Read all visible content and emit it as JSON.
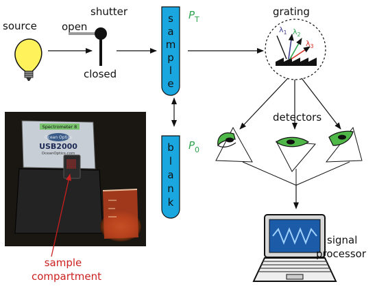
{
  "labels": {
    "source": "source",
    "shutter": "shutter",
    "open": "open",
    "closed": "closed",
    "grating": "grating",
    "detectors": "detectors",
    "signal": "signal",
    "processor": "processor",
    "sample_compartment_1": "sample",
    "sample_compartment_2": "compartment"
  },
  "sample_tube": {
    "letters": [
      "s",
      "a",
      "m",
      "p",
      "l",
      "e"
    ],
    "p_label": "P",
    "p_sub": "T"
  },
  "blank_tube": {
    "letters": [
      "b",
      "l",
      "a",
      "n",
      "k"
    ],
    "p_label": "P",
    "p_sub": "0"
  },
  "wavelengths": [
    {
      "sym": "λ",
      "sub": "1",
      "color": "#3b3b8f"
    },
    {
      "sym": "λ",
      "sub": "2",
      "color": "#2ea44f"
    },
    {
      "sym": "λ",
      "sub": "3",
      "color": "#d93025"
    }
  ],
  "photo": {
    "device_header": "Spectrometer 8",
    "brand": "Ocean Optics",
    "model": "USB2000",
    "site": "OceanOptics.com"
  },
  "colors": {
    "tube": "#1aa7e0",
    "bulb": "#fff25a",
    "green_label": "#2ea44f",
    "callout": "#cc1f1f",
    "eye": "#4fb848"
  }
}
